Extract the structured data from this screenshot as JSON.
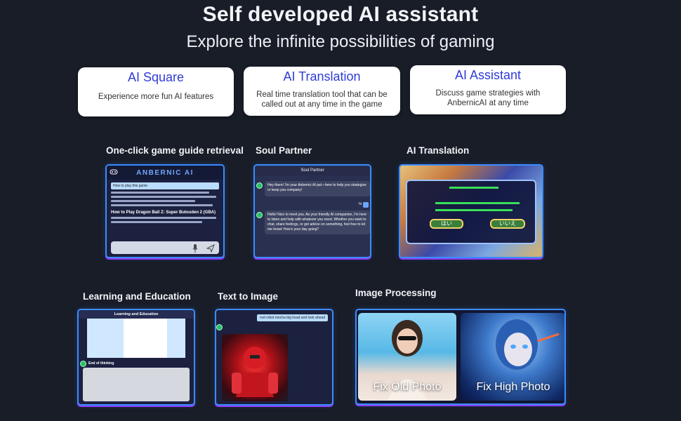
{
  "header": {
    "title": "Self developed AI assistant",
    "subtitle": "Explore the infinite possibilities of gaming"
  },
  "features": [
    {
      "title": "AI Square",
      "desc": "Experience more fun AI features"
    },
    {
      "title": "AI Translation",
      "desc": "Real time translation tool that can be called out at any time in the game"
    },
    {
      "title": "AI Assistant",
      "desc": "Discuss game strategies with AnbernicAI at any time"
    }
  ],
  "sections": {
    "guide": {
      "label": "One-click game guide retrieval",
      "logo": "ANBERNIC AI",
      "question": "How to play this game",
      "heading": "How to Play Dragon Ball Z: Super Butouden 2 (GBA)"
    },
    "soul": {
      "label": "Soul Partner",
      "header": "Soul Partner",
      "bot_msg_1": "Hey there! I'm your Anbernic AI pal—here to help you strategize or keep you company!",
      "user_tag": "hi",
      "bot_msg_2": "Hello! Nice to meet you. As your friendly AI companion, I'm here to listen and help with whatever you need. Whether you want to chat, share feelings, or get advice on something, feel free to let me know! How's your day going?"
    },
    "translation": {
      "label": "AI Translation",
      "btn_yes": "はい",
      "btn_no": "いいえ"
    },
    "learning": {
      "label": "Learning and Education",
      "header": "Learning and Education",
      "sub": "End of thinking"
    },
    "t2i": {
      "label": "Text to Image",
      "prompt": "red robot mecha big head and look ahead"
    },
    "imgproc": {
      "label": "Image Processing",
      "photo1": "Fix Old Photo",
      "photo2": "Fix High Photo"
    }
  },
  "colors": {
    "background": "#181d27",
    "accent_blue": "#2f3bd6",
    "panel_border": "#3a8dff"
  }
}
